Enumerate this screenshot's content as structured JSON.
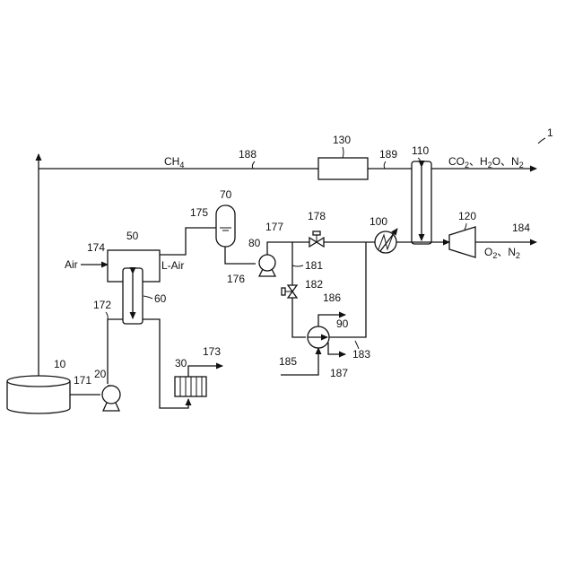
{
  "figure_number": "1",
  "labels": {
    "ch4": "CH",
    "ch4_sub": "4",
    "air": "Air",
    "l_air": "L-Air",
    "exhaust_a": "CO",
    "exhaust_a_sub": "2",
    "exhaust_b": "、H",
    "exhaust_b_sub": "2",
    "exhaust_c": "O、N",
    "exhaust_c_sub": "2",
    "outlet_a": "O",
    "outlet_a_sub": "2",
    "outlet_b": "、N",
    "outlet_b_sub": "2"
  },
  "components": {
    "tank": "10",
    "pump_main": "20",
    "heat_exchanger_30": "30",
    "separator": "50",
    "exchanger_60": "60",
    "vessel": "70",
    "pump_80": "80",
    "exchanger_90": "90",
    "heater": "100",
    "regenerator": "110",
    "turbine": "120",
    "combustor": "130"
  },
  "streams": {
    "s171": "171",
    "s172": "172",
    "s173": "173",
    "s174": "174",
    "s175": "175",
    "s176": "176",
    "s177": "177",
    "s178": "178",
    "s181": "181",
    "s182": "182",
    "s183": "183",
    "s184": "184",
    "s185": "185",
    "s186": "186",
    "s187": "187",
    "s188": "188",
    "s189": "189"
  }
}
